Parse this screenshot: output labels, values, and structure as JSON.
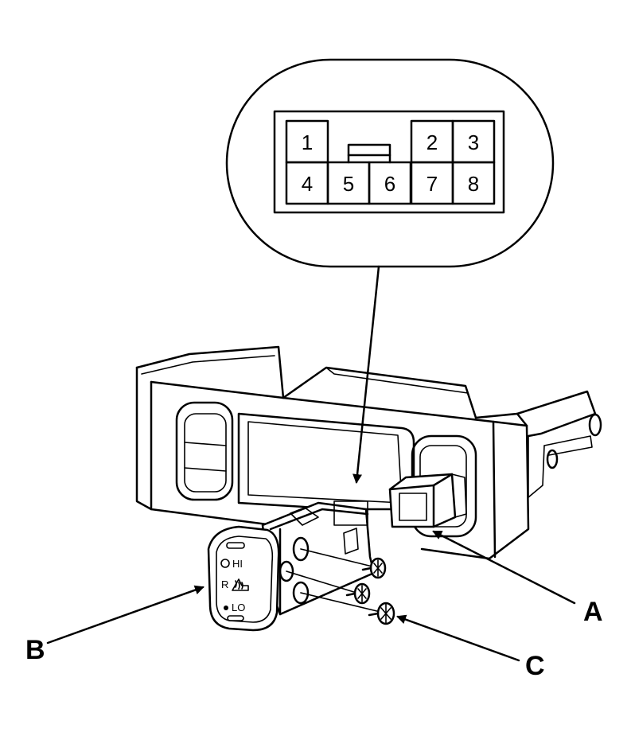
{
  "connector": {
    "pins": [
      {
        "id": "pin-1",
        "label": "1"
      },
      {
        "id": "pin-2",
        "label": "2"
      },
      {
        "id": "pin-3",
        "label": "3"
      },
      {
        "id": "pin-4",
        "label": "4"
      },
      {
        "id": "pin-5",
        "label": "5"
      },
      {
        "id": "pin-6",
        "label": "6"
      },
      {
        "id": "pin-7",
        "label": "7"
      },
      {
        "id": "pin-8",
        "label": "8"
      }
    ]
  },
  "switch_face": {
    "hi_label": "HI",
    "rear_label": "R",
    "lo_label": "LO"
  },
  "callouts": {
    "a": "A",
    "b": "B",
    "c": "C"
  },
  "colors": {
    "line": "#000000",
    "background": "#ffffff"
  }
}
